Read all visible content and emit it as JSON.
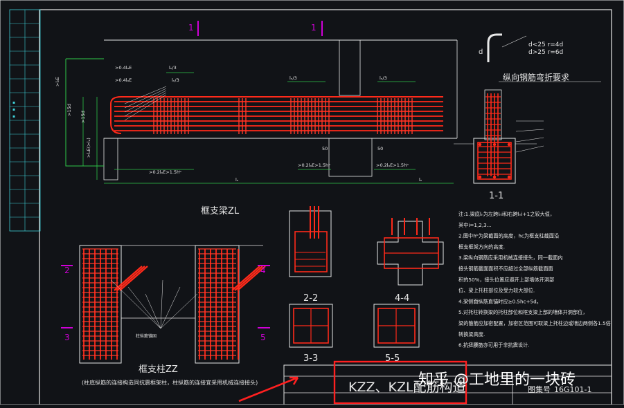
{
  "colors": {
    "background": "#111317",
    "frame": "#e8e8e8",
    "rebar": "#ff2a1a",
    "stirrup": "#ff3b2b",
    "dimension": "#2fc84a",
    "section_mark": "#d000d8",
    "highlight_box": "#ff2020",
    "callout_arrow": "#ff2020"
  },
  "title_block": {
    "drawing_title": "KZZ、KZL配筋构造",
    "atlas_label": "图集号",
    "atlas_number": "16G101-1"
  },
  "watermark": "知乎 @工地里的一块砖",
  "section_marks": {
    "top_left": "1",
    "top_right": "1",
    "left_upper": "2",
    "left_lower": "3",
    "right_upper": "4",
    "right_lower": "5"
  },
  "beam": {
    "caption": "框支梁ZL",
    "labels": [
      ">0.4lₐE",
      ">0.4lₐE",
      "lₙ/3",
      "lₙ/3",
      "lₙ/3",
      "lₙ/3",
      "50",
      "50",
      ">0.2lₐE>1.5hᵇ",
      ">0.2lₐE>1.5hᵇ",
      ">0.2lₐE>1.5hᵇ",
      "lₙ",
      "lₙ"
    ],
    "dim_left": [
      ">15d",
      ">15d",
      ">lₐE",
      ">lₐE(>lₐ)"
    ]
  },
  "bend_requirement": {
    "title": "纵向钢筋弯折要求",
    "rule_small": "d<25  r=4d",
    "rule_large": "d>25  r=6d",
    "d_label": "d"
  },
  "sections": {
    "s1": "1-1",
    "s2": "2-2",
    "s3": "3-3",
    "s4": "4-4",
    "s5": "5-5"
  },
  "column": {
    "caption": "框支柱ZZ",
    "note": "(柱底纵筋的连接构造同抗震框架柱，柱纵筋的连接宜采用机械连接接头)"
  },
  "notes": [
    "注:1.梁底lₙ为左跨lₙi和右跨lₙi+1之较大值，",
    "     其中i=1,2,3...",
    "  2.图中hᵇ为梁截面的高度，hc为框支柱截面沿",
    "     框支框架方向的高度.",
    "  3.梁纵向钢筋应采用机械连接接头，同一截面内",
    "     接头钢筋截面面积不应超过全部纵筋截面面",
    "     积的50%，接头位置应避开上部墙体开洞部",
    "     位、梁上托柱部位及受力较大部位.",
    "  4.梁侧面纵筋直锚时应≥0.5hc+5d。",
    "  5.对托柱转换梁的托柱部位和框支梁上部的墙体开洞部位，",
    "     梁的箍筋应加密配置，加密区范围可取梁上托柱边或墙边两侧各1.5倍",
    "     转换梁高度.",
    "  6.抗扭腰筋亦可用于非抗震设计."
  ]
}
